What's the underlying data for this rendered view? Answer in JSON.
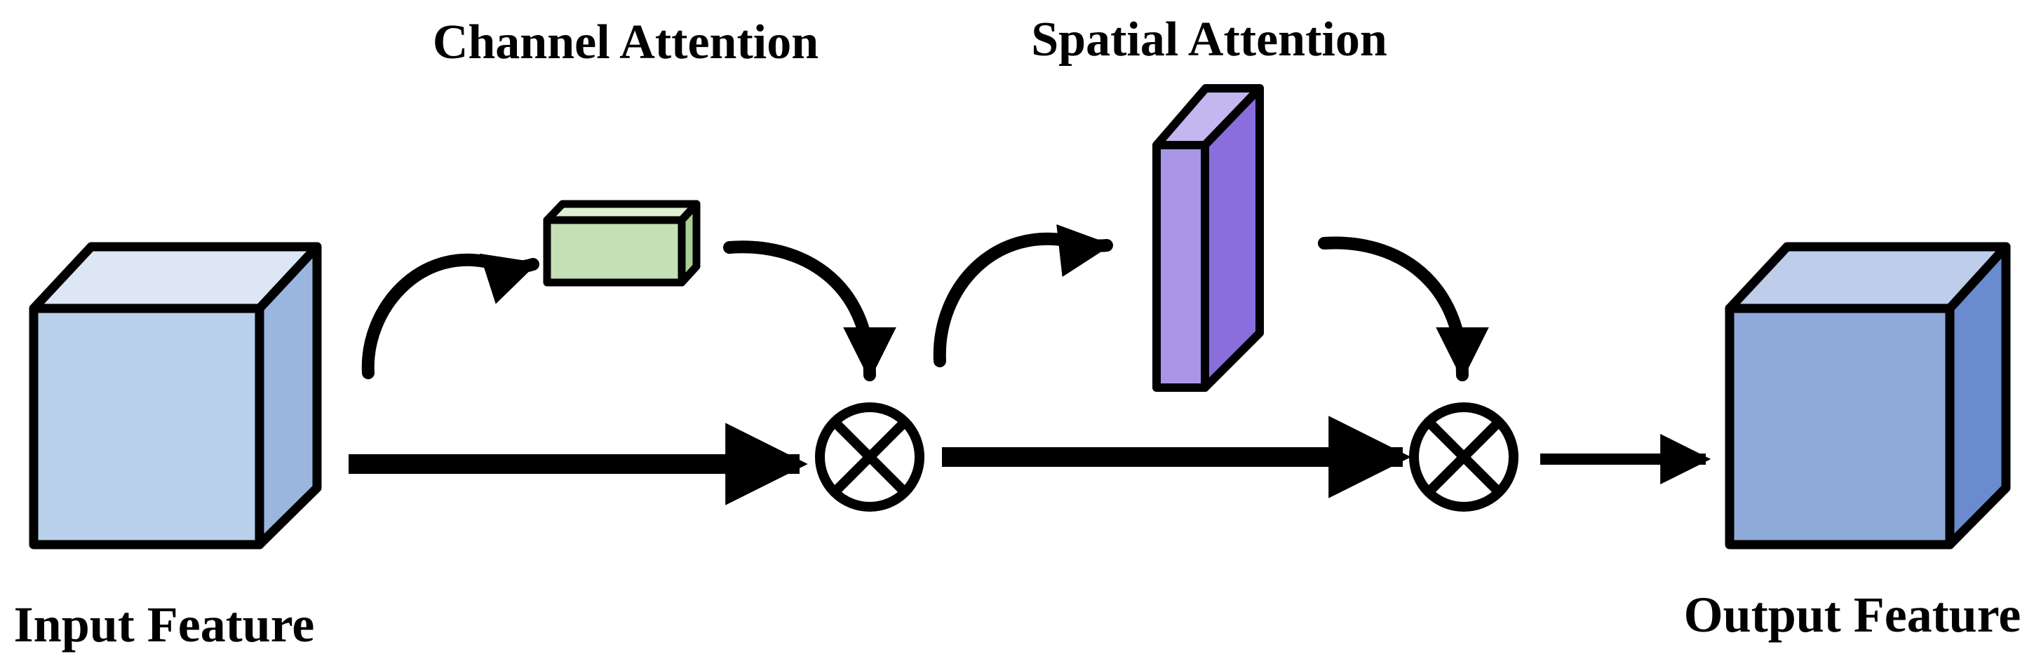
{
  "labels": {
    "channel_attention": "Channel Attention",
    "spatial_attention": "Spatial Attention",
    "input_feature": "Input Feature",
    "output_feature": "Output Feature"
  },
  "icons": {
    "multiply": "circled-times-icon"
  },
  "colors": {
    "input_front": "#B9D0EA",
    "input_top": "#DCE6F5",
    "input_side": "#9AB6DF",
    "channel_front": "#C6E0B6",
    "channel_top": "#DDF0D2",
    "channel_side": "#A9CF96",
    "spatial_front": "#A996E6",
    "spatial_top": "#C4B6F0",
    "spatial_side": "#8A6EDE",
    "output_front": "#8FAAD9",
    "output_top": "#BDCDEA",
    "output_side": "#6A8BCD",
    "stroke": "#000000"
  }
}
